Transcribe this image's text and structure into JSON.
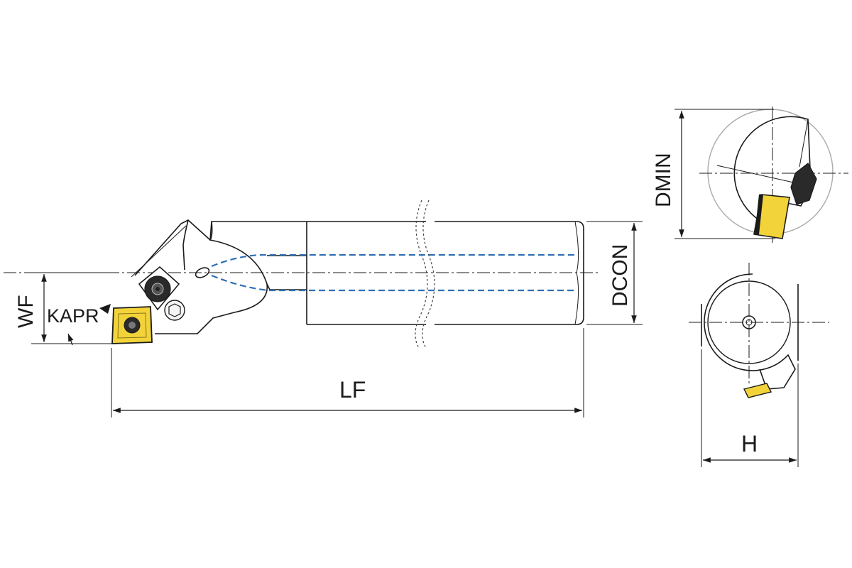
{
  "labels": {
    "wf": "WF",
    "kapr": "KAPR",
    "dcon": "DCON",
    "lf": "LF",
    "dmin": "DMIN",
    "h": "H"
  },
  "colors": {
    "insert_yellow": "#f2d43a",
    "coolant_blue": "#2f6fb5",
    "line": "#1a1a1a"
  }
}
